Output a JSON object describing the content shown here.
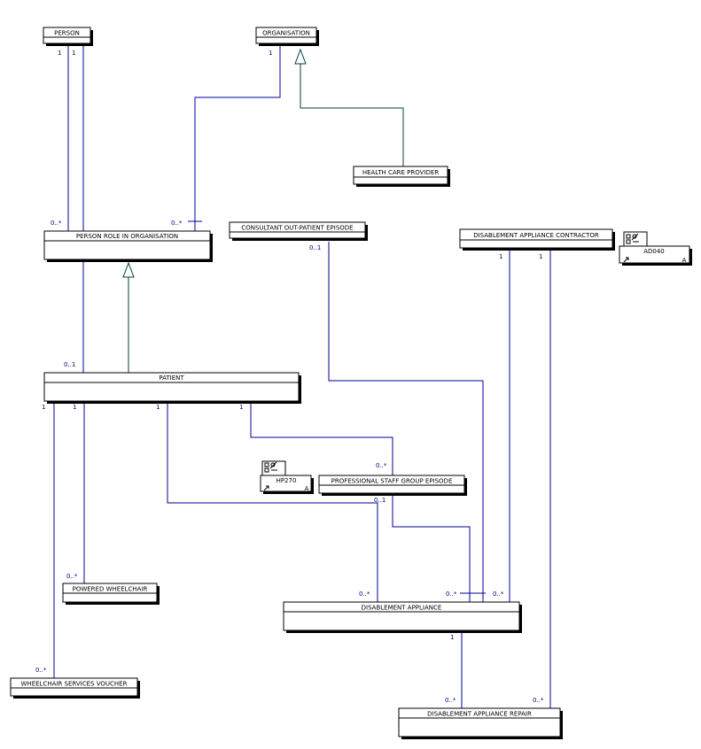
{
  "colors": {
    "association": "#000099",
    "generalization": "#004040",
    "box_border": "#000000",
    "box_shadow": "#000000",
    "multiplicity_text": "#000080"
  },
  "classes": [
    {
      "key": "person",
      "name": "PERSON"
    },
    {
      "key": "organisation",
      "name": "ORGANISATION"
    },
    {
      "key": "health_care_provider",
      "name": "HEALTH CARE PROVIDER"
    },
    {
      "key": "person_role_in_organisation",
      "name": "PERSON ROLE IN ORGANISATION"
    },
    {
      "key": "consultant_out_patient_episode",
      "name": "CONSULTANT OUT-PATIENT EPISODE"
    },
    {
      "key": "disablement_appliance_contractor",
      "name": "DISABLEMENT APPLIANCE CONTRACTOR"
    },
    {
      "key": "patient",
      "name": "PATIENT"
    },
    {
      "key": "professional_staff_group_episode",
      "name": "PROFESSIONAL STAFF GROUP EPISODE"
    },
    {
      "key": "powered_wheelchair",
      "name": "POWERED WHEELCHAIR"
    },
    {
      "key": "disablement_appliance",
      "name": "DISABLEMENT APPLIANCE"
    },
    {
      "key": "wheelchair_services_voucher",
      "name": "WHEELCHAIR SERVICES VOUCHER"
    },
    {
      "key": "disablement_appliance_repair",
      "name": "DISABLEMENT APPLIANCE REPAIR"
    }
  ],
  "references": [
    {
      "key": "ad040",
      "code": "AD040",
      "corner_right": "A"
    },
    {
      "key": "hp270",
      "code": "HP270",
      "corner_right": "A"
    }
  ],
  "associations": [
    {
      "key": "person_role",
      "from": "person",
      "to": "person_role_in_organisation",
      "mult_from": "1",
      "mult_to": "0..*"
    },
    {
      "key": "person_patient",
      "from": "person",
      "to": "patient",
      "mult_from": "1",
      "mult_to": "0..1"
    },
    {
      "key": "org_role",
      "from": "organisation",
      "to": "person_role_in_organisation",
      "mult_from": "1",
      "mult_to": "0..*"
    },
    {
      "key": "consultant_appliance",
      "from": "consultant_out_patient_episode",
      "to": "disablement_appliance",
      "mult_from": "0..1",
      "mult_to": ""
    },
    {
      "key": "contractor_appliance",
      "from": "disablement_appliance_contractor",
      "to": "disablement_appliance",
      "mult_from": "1",
      "mult_to": "0..*"
    },
    {
      "key": "contractor_repair",
      "from": "disablement_appliance_contractor",
      "to": "disablement_appliance_repair",
      "mult_from": "1",
      "mult_to": "0..*"
    },
    {
      "key": "patient_voucher",
      "from": "patient",
      "to": "wheelchair_services_voucher",
      "mult_from": "1",
      "mult_to": "0..*"
    },
    {
      "key": "patient_wheelchair",
      "from": "patient",
      "to": "powered_wheelchair",
      "mult_from": "1",
      "mult_to": "0..*"
    },
    {
      "key": "patient_appliance",
      "from": "patient",
      "to": "disablement_appliance",
      "mult_from": "1",
      "mult_to": "0..*"
    },
    {
      "key": "patient_psge",
      "from": "patient",
      "to": "professional_staff_group_episode",
      "mult_from": "1",
      "mult_to": "0..*"
    },
    {
      "key": "psge_appliance",
      "from": "professional_staff_group_episode",
      "to": "disablement_appliance",
      "mult_from": "0..1",
      "mult_to": "0..*"
    },
    {
      "key": "appliance_repair",
      "from": "disablement_appliance",
      "to": "disablement_appliance_repair",
      "mult_from": "1",
      "mult_to": "0..*"
    }
  ],
  "generalizations": [
    {
      "key": "hcp_is_org",
      "child": "health_care_provider",
      "parent": "organisation"
    },
    {
      "key": "patient_is_role",
      "child": "patient",
      "parent": "person_role_in_organisation"
    }
  ]
}
